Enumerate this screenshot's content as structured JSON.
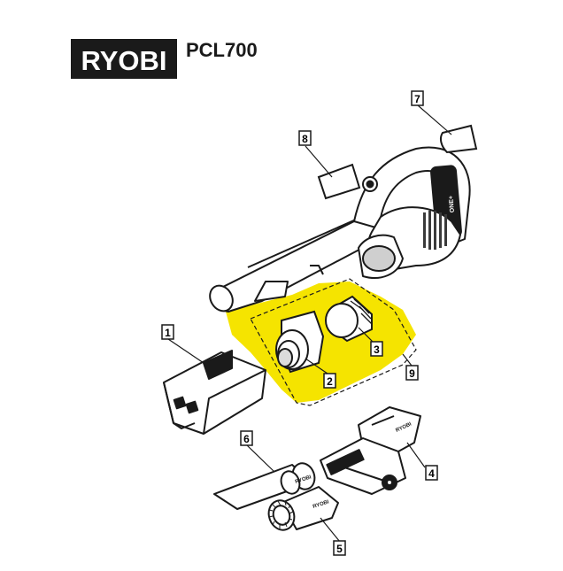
{
  "header": {
    "brand": "RYOBI",
    "model": "PCL700"
  },
  "body_labels": {
    "handle_badge": "ONE+",
    "tool_label": "RYOBI"
  },
  "colors": {
    "highlight": "#f5e400",
    "outline": "#1a1a1a",
    "logo_bg": "#1a1a1a"
  },
  "callouts": [
    {
      "id": "1",
      "part": "battery-pack"
    },
    {
      "id": "2",
      "part": "filter-housing"
    },
    {
      "id": "3",
      "part": "filter"
    },
    {
      "id": "4",
      "part": "floor-nozzle"
    },
    {
      "id": "5",
      "part": "wide-nozzle"
    },
    {
      "id": "6",
      "part": "crevice-tool"
    },
    {
      "id": "7",
      "part": "label"
    },
    {
      "id": "8",
      "part": "label"
    },
    {
      "id": "9",
      "part": "filter-assembly"
    }
  ]
}
